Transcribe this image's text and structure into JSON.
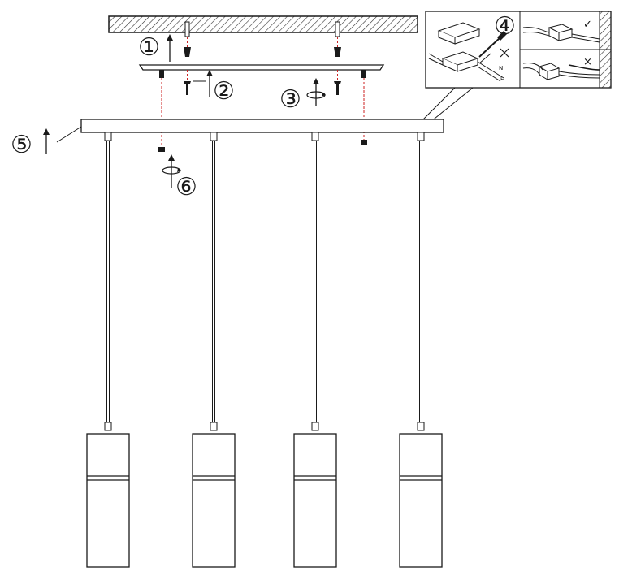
{
  "steps": [
    {
      "num": "1",
      "glyph": "①",
      "action": "up-arrow"
    },
    {
      "num": "2",
      "glyph": "②",
      "action": "up-arrow"
    },
    {
      "num": "3",
      "glyph": "③",
      "action": "rotate-arrow"
    },
    {
      "num": "4",
      "glyph": "④",
      "action": "wiring-detail"
    },
    {
      "num": "5",
      "glyph": "⑤",
      "action": "up-arrow"
    },
    {
      "num": "6",
      "glyph": "⑥",
      "action": "rotate-arrow"
    }
  ],
  "detail": {
    "wire_labels": {
      "neutral": "N",
      "live": "L"
    },
    "correct_mark": "✓",
    "wrong_mark": "×"
  },
  "pendants": {
    "count": 4
  },
  "colors": {
    "line": "#1a1a1a",
    "guide": "#cc2222",
    "hatch": "#333333"
  }
}
